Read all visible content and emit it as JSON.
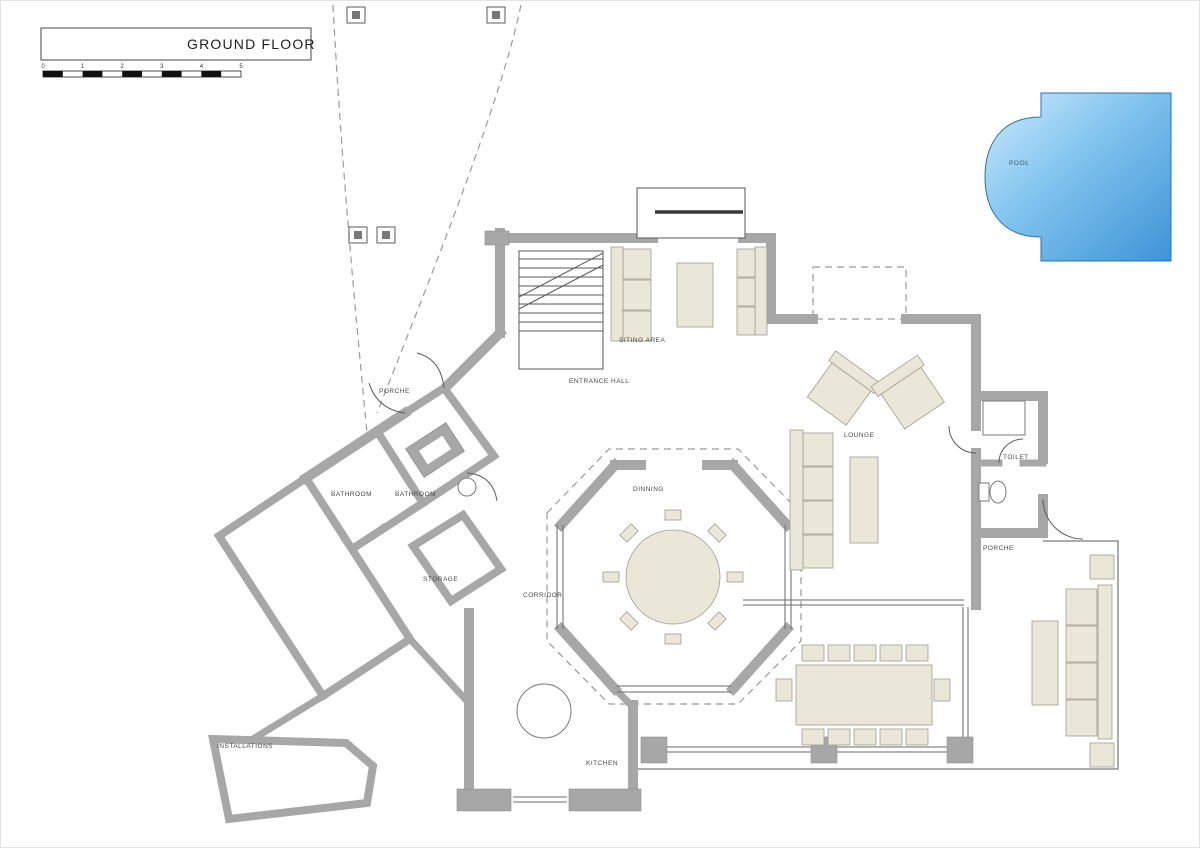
{
  "title_block": {
    "title": "GROUND FLOOR"
  },
  "scale_bar": {
    "ticks": [
      "0",
      "1",
      "2",
      "3",
      "4",
      "5"
    ]
  },
  "colors": {
    "wall": "#a7a7a7",
    "furniture": "#eae6d8",
    "pool_light": "#cdeafc",
    "pool_dark": "#3f93d6",
    "dash": "#9a9a9a",
    "label_text": "#4a4a4a"
  },
  "rooms": {
    "pool": "POOL",
    "siting_area": "SITING AREA",
    "entrance_hall": "ENTRANCE HALL",
    "porche_upper": "PORCHE",
    "lounge": "LOUNGE",
    "toilet": "TOILET",
    "bathroom_1": "BATHROOM",
    "bathroom_2": "BATHROOM",
    "dinning": "DINNING",
    "porche_lower": "PORCHE",
    "storage": "STORAGE",
    "corridor": "CORRIDOR",
    "kitchen": "KITCHEN",
    "installations": "INSTALLATIONS"
  }
}
